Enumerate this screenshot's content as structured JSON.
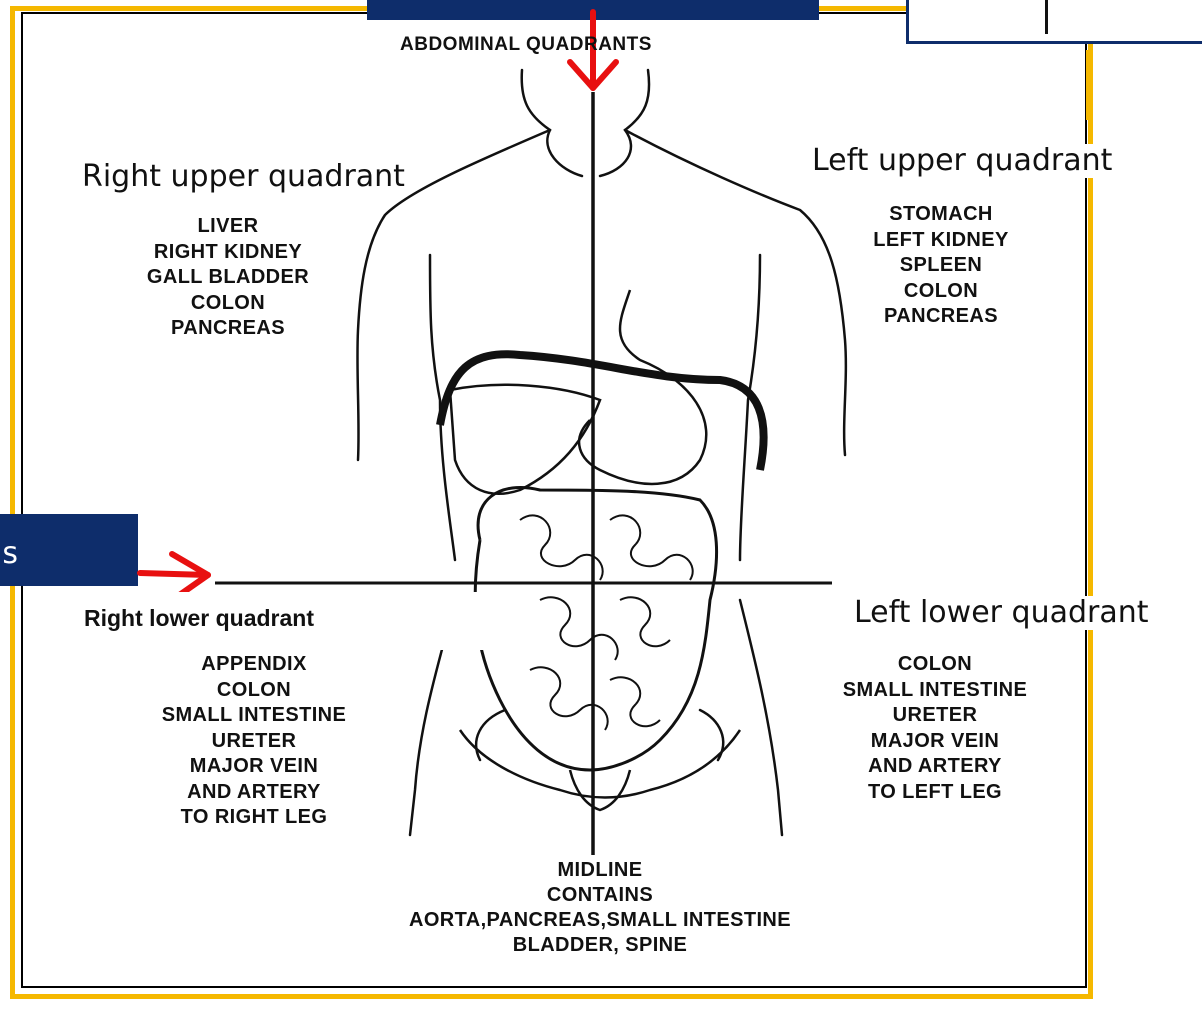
{
  "heading": "ABDOMINAL QUADRANTS",
  "callouts": {
    "ruq": "Right upper quadrant",
    "luq": "Left upper quadrant",
    "rlq": "Right lower quadrant",
    "llq": "Left lower quadrant"
  },
  "partial_left_label": "ıs",
  "ruq_organs": [
    "LIVER",
    "RIGHT KIDNEY",
    "GALL BLADDER",
    "COLON",
    "PANCREAS"
  ],
  "luq_organs": [
    "STOMACH",
    "LEFT KIDNEY",
    "SPLEEN",
    "COLON",
    "PANCREAS"
  ],
  "rlq_organs": [
    "APPENDIX",
    "COLON",
    "SMALL INTESTINE",
    "URETER",
    "MAJOR VEIN",
    "AND ARTERY",
    "TO RIGHT LEG"
  ],
  "llq_organs": [
    "COLON",
    "SMALL INTESTINE",
    "URETER",
    "MAJOR VEIN",
    "AND ARTERY",
    "TO LEFT LEG"
  ],
  "midline": [
    "MIDLINE",
    "CONTAINS",
    "AORTA,PANCREAS,SMALL INTESTINE",
    "BLADDER, SPINE"
  ],
  "colors": {
    "border": "#f5b800",
    "navy": "#0e2d6b",
    "arrow": "#e81010"
  }
}
